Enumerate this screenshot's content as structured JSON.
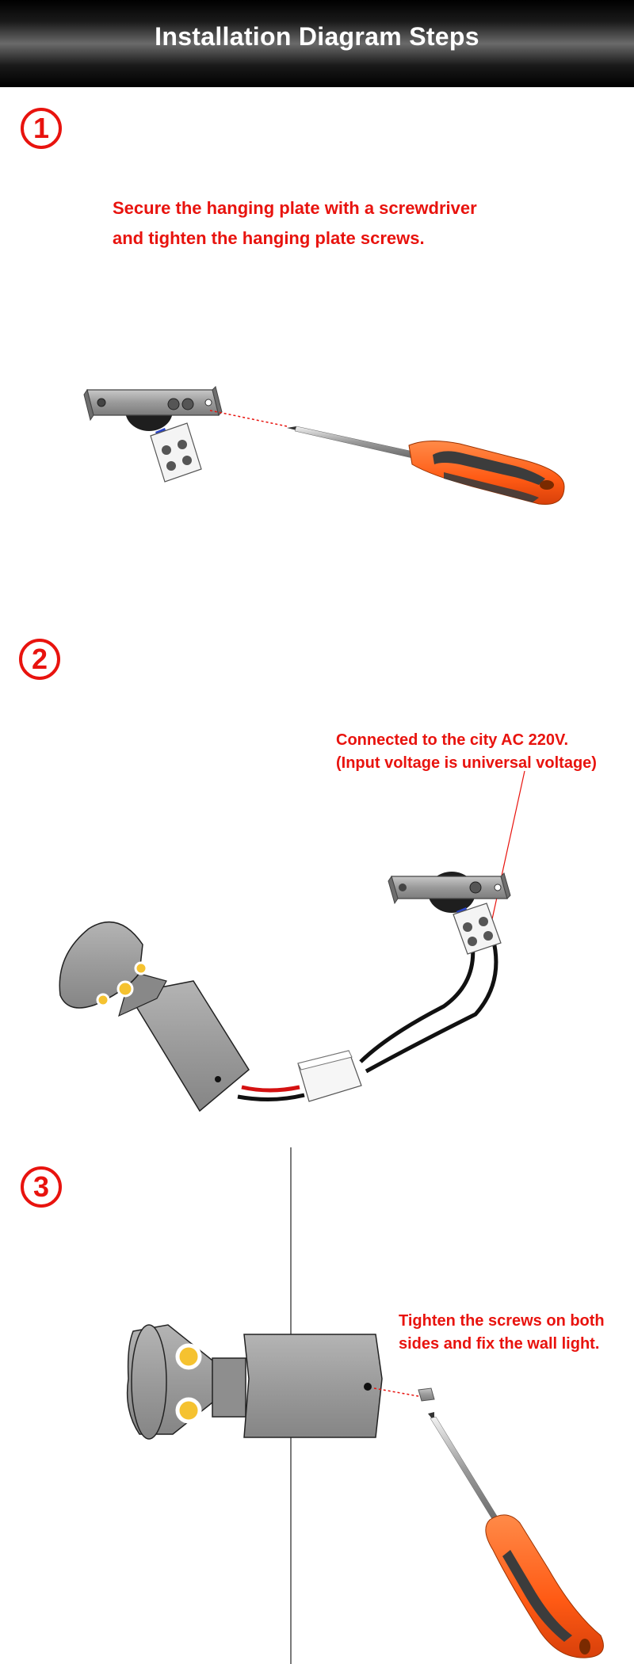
{
  "header": {
    "title": "Installation Diagram Steps"
  },
  "steps": [
    {
      "number": "1",
      "lines": [
        "Secure the hanging plate with a screwdriver",
        "and tighten the hanging plate screws."
      ]
    },
    {
      "number": "2",
      "lines": [
        "Connected to the city AC 220V.",
        "(Input voltage is universal voltage)"
      ]
    },
    {
      "number": "3",
      "lines": [
        "Tighten the screws on both",
        "sides and fix the wall light."
      ]
    }
  ],
  "colors": {
    "accent": "#e8130e",
    "handle": "#ff5a14",
    "grip": "#3c3c3c",
    "metal": "#9a9a9a",
    "led": "#f5c230"
  }
}
